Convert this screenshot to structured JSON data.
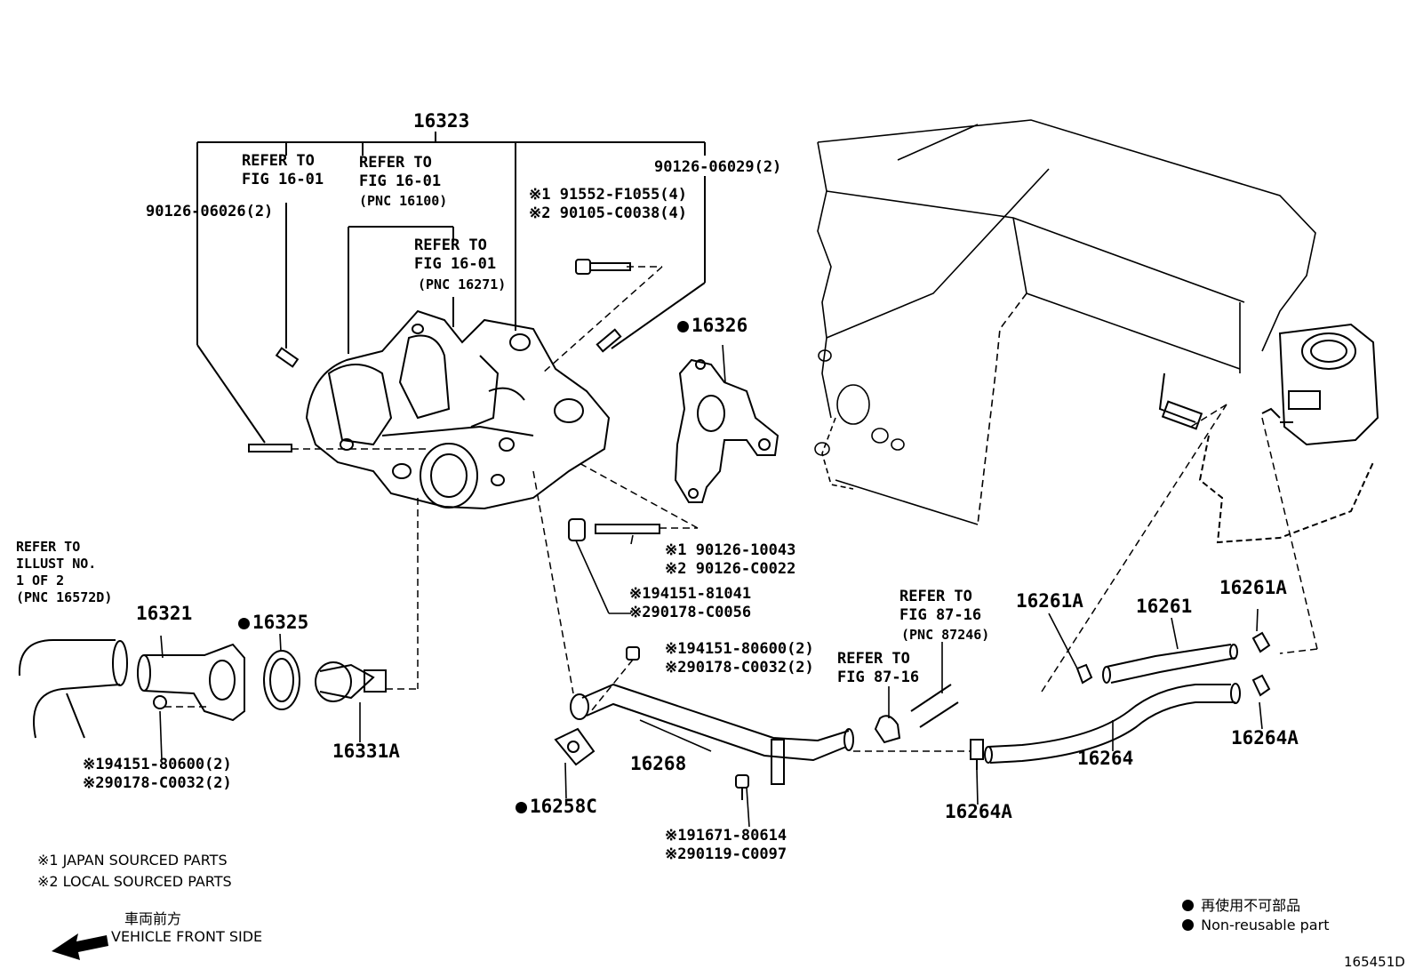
{
  "callouts": {
    "p16323": "16323",
    "refer_fig1601_a": "REFER TO\nFIG 16-01",
    "refer_fig1601_b": "REFER TO\nFIG 16-01",
    "pnc_16100": "(PNC 16100)",
    "refer_fig1601_c": "REFER TO\nFIG 16-01",
    "pnc_16271": "(PNC 16271)",
    "p90126_06026": "90126-06026(2)",
    "p90126_06029": "90126-06029(2)",
    "bolt_note": "※1 91552-F1055(4)\n※2 90105-C0038(4)",
    "p16326": "16326",
    "stud_note": "※1 90126-10043\n※2 90126-C0022",
    "nut_note": "※194151-81041\n※290178-C0056",
    "refer_illust": "REFER TO\nILLUST NO.\n1 OF 2\n(PNC 16572D)",
    "p16321": "16321",
    "p16325": "16325",
    "p16331A": "16331A",
    "thermo_nut_note": "※194151-80600(2)\n※290178-C0032(2)",
    "pipe_nut_note": "※194151-80600(2)\n※290178-C0032(2)",
    "p16268": "16268",
    "p16258C": "16258C",
    "bracket_bolt_note": "※191671-80614\n※290119-C0097",
    "refer_fig8716_a": "REFER TO\nFIG 87-16",
    "pnc_87246": "(PNC 87246)",
    "refer_fig8716_b": "REFER TO\nFIG 87-16",
    "p16264A_bottom": "16264A",
    "p16261A_left": "16261A",
    "p16261": "16261",
    "p16261A_right": "16261A",
    "p16264": "16264",
    "p16264A_right": "16264A"
  },
  "legend": {
    "japan": "※1 JAPAN SOURCED PARTS",
    "local": "※2 LOCAL SOURCED PARTS",
    "front_jp": "車両前方",
    "front_en": "VEHICLE FRONT SIDE",
    "nonreusable_jp": "再使用不可部品",
    "nonreusable_en": "Non-reusable part"
  },
  "figure_id": "165451D"
}
